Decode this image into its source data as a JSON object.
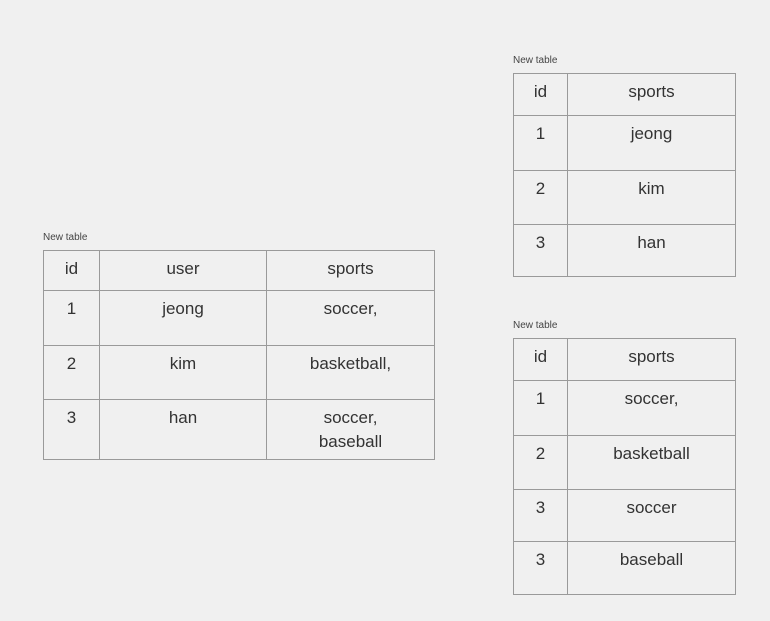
{
  "left_table": {
    "caption": "New table",
    "headers": [
      "id",
      "user",
      "sports"
    ],
    "rows": [
      [
        "1",
        "jeong",
        "soccer,"
      ],
      [
        "2",
        "kim",
        "basketball,"
      ],
      [
        "3",
        "han",
        "soccer,\nbaseball"
      ]
    ]
  },
  "right_top_table": {
    "caption": "New table",
    "headers": [
      "id",
      "sports"
    ],
    "rows": [
      [
        "1",
        "jeong"
      ],
      [
        "2",
        "kim"
      ],
      [
        "3",
        "han"
      ]
    ]
  },
  "right_bottom_table": {
    "caption": "New table",
    "headers": [
      "id",
      "sports"
    ],
    "rows": [
      [
        "1",
        "soccer,"
      ],
      [
        "2",
        "basketball"
      ],
      [
        "3",
        "soccer"
      ],
      [
        "3",
        "baseball"
      ]
    ]
  }
}
